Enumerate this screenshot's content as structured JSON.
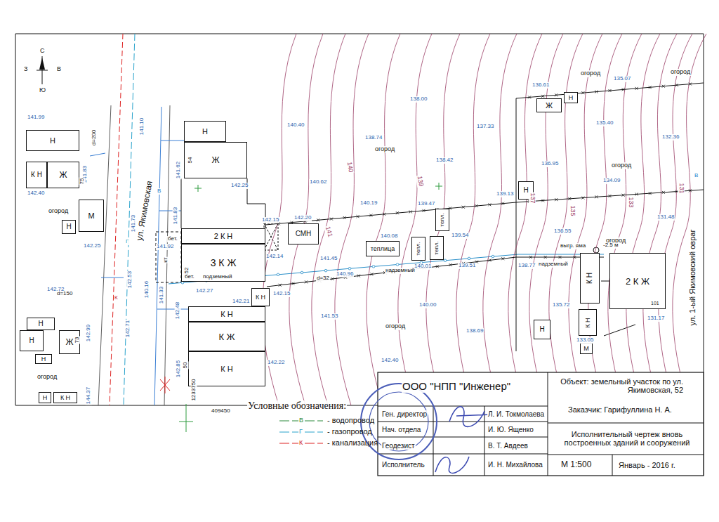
{
  "diagram": {
    "nodes": [
      {
        "text": [
          "Н"
        ]
      },
      {
        "text": [
          "К Н"
        ]
      },
      {
        "text": [
          "Ж"
        ]
      },
      {
        "text": [
          "Н"
        ]
      },
      {
        "text": [
          "М"
        ]
      },
      {
        "text": [
          "Н"
        ]
      },
      {
        "text": [
          "Н"
        ]
      },
      {
        "text": [
          "Ж"
        ]
      },
      {
        "text": [
          "Н"
        ]
      },
      {
        "text": [
          "Н"
        ]
      },
      {
        "text": [
          "К Н"
        ]
      },
      {
        "text": [
          "Н"
        ]
      },
      {
        "text": [
          "Ж"
        ]
      },
      {
        "text": [
          "2 К Н"
        ]
      },
      {
        "text": [
          "3 К Ж"
        ]
      },
      {
        "text": [
          "СМН"
        ]
      },
      {
        "text": [
          "К Н"
        ]
      },
      {
        "text": [
          "К Н"
        ]
      },
      {
        "text": [
          "К Ж"
        ]
      },
      {
        "text": [
          "К Н"
        ]
      },
      {
        "text": [
          "теплица"
        ]
      },
      {
        "text": [
          "тепл."
        ]
      },
      {
        "text": [
          "тепл."
        ]
      },
      {
        "text": [
          "тепл."
        ]
      },
      {
        "text": [
          "Н"
        ]
      },
      {
        "text": [
          "Ж"
        ]
      },
      {
        "text": [
          "Н"
        ]
      },
      {
        "text": [
          "К Н"
        ]
      },
      {
        "text": [
          "2 К Ж"
        ]
      },
      {
        "text": [
          "Н"
        ]
      },
      {
        "text": [
          "К Н"
        ]
      },
      {
        "text": [
          "М"
        ]
      }
    ],
    "labels": [
      "141.99",
      "142.40",
      "141.83",
      "142.25",
      "142.72",
      "141.73",
      "142.53",
      "140.16",
      "142.71",
      "142.99",
      "144.37",
      "141.10",
      "141.62",
      "142.25",
      "141.83",
      "141.92",
      "141.33",
      "142.27",
      "142.48",
      "142.15",
      "142.14",
      "142.20",
      "142.15",
      "142.21",
      "142.85",
      "142.22",
      "140.40",
      "140.62",
      "141.45",
      "140.96",
      "141.53",
      "142.40",
      "138.74",
      "138.00",
      "138.42",
      "140.19",
      "140.08",
      "139.47",
      "139.54",
      "140.01",
      "139.51",
      "140.00",
      "138.69",
      "137.33",
      "139.13",
      "138.77",
      "136.61",
      "136.95",
      "136.55",
      "135.72",
      "135.07",
      "135.40",
      "134.09",
      "132.36",
      "131.48",
      "131.17",
      "133.05",
      "ул. Якимовская",
      "ул. 1-ый Якимовский овраг",
      "огород",
      "огород",
      "огород",
      "огород",
      "огород",
      "огород",
      "огород",
      "огород",
      "d=200",
      "d=150",
      "d=32",
      "бет.",
      "бет.",
      "подземный",
      "кт",
      "надземный",
      "надземный",
      "выгр. яма",
      "-2.5 м",
      "54",
      "52",
      "50",
      "75",
      "73",
      "101",
      "1233750",
      "409450",
      "141",
      "140",
      "139",
      "137",
      "135",
      "133",
      "131",
      "С",
      "Ю",
      "З",
      "В",
      "В",
      "Г",
      "К",
      "В",
      "Условные обозначения:",
      "В",
      "Г",
      "К",
      "ООО \"НПП \"Инженер\"",
      "Объект: земельный участок по ул. Якимовская, 52",
      "Заказчик: Гарифуллина Н. А.",
      "Исполнительный чертеж вновь построенных зданий и сооружений",
      "Ген. директор",
      "Нач. отдела",
      "Геодезист",
      "Исполнитель",
      "Л. И. Токмолаева",
      "И. Ю. Ященко",
      "В. Т. Авдеев",
      "И. Н. Михайлова",
      "М 1:500",
      "Январь - 2016 г."
    ],
    "legend": [
      {
        "text": "- водопровод"
      },
      {
        "text": "- газопровод"
      },
      {
        "text": "- канализация"
      }
    ]
  }
}
